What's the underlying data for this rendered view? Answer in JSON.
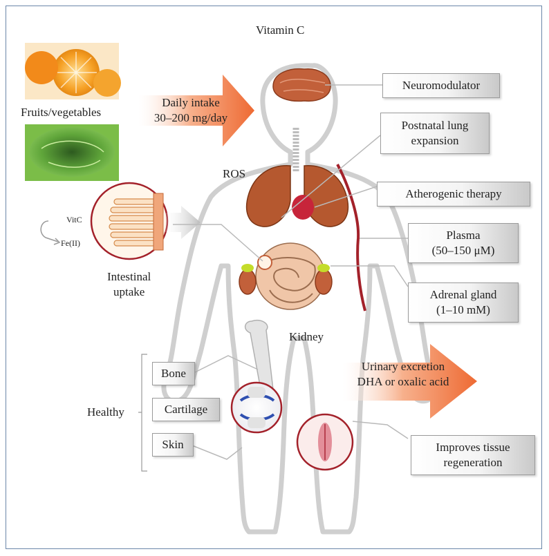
{
  "title": "Vitamin C",
  "food": {
    "label": "Fruits/vegetables"
  },
  "intake": {
    "line1": "Daily intake",
    "line2": "30–200 mg/day"
  },
  "ros": "ROS",
  "absorption": {
    "vitc": "VitC",
    "fe": "Fe(II)",
    "label_line1": "Intestinal",
    "label_line2": "uptake"
  },
  "kidney": "Kidney",
  "healthy": {
    "label": "Healthy",
    "items": [
      "Bone",
      "Cartilage",
      "Skin"
    ]
  },
  "roles": {
    "neuromodulator": "Neuromodulator",
    "lung": {
      "line1": "Postnatal lung",
      "line2": "expansion"
    },
    "atherogenic": "Atherogenic therapy",
    "plasma": {
      "line1": "Plasma",
      "line2": "(50–150 μM)"
    },
    "adrenal": {
      "line1": "Adrenal gland",
      "line2": "(1–10 mM)"
    },
    "tissue": {
      "line1": "Improves tissue",
      "line2": "regeneration"
    }
  },
  "excretion": {
    "line1": "Urinary excretion",
    "line2": "DHA or oxalic acid"
  },
  "colors": {
    "frame": "#6a86a8",
    "arrow": "#f07a45",
    "organ": "#c2603a",
    "body_outline": "#cfcfcf",
    "inset_ring": "#a3212a"
  }
}
